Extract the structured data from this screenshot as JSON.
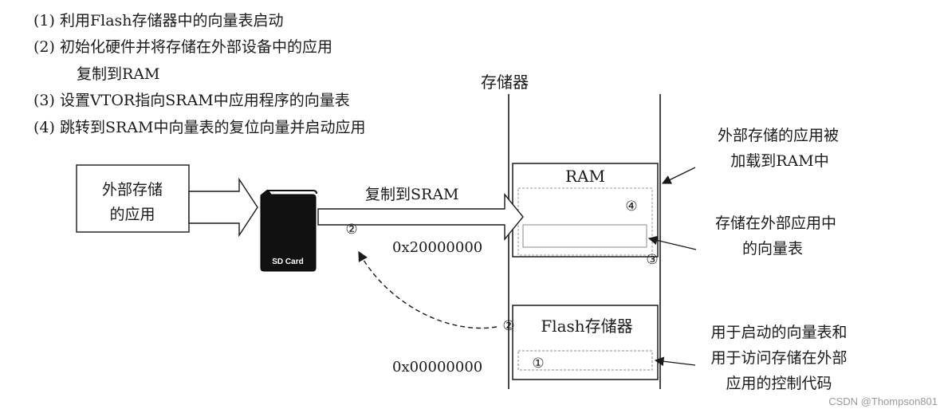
{
  "steps": [
    "(1) 利用Flash存储器中的向量表启动",
    "(2) 初始化硬件并将存储在外部设备中的应用",
    "复制到RAM",
    "(3) 设置VTOR指向SRAM中应用程序的向量表",
    "(4) 跳转到SRAM中向量表的复位向量并启动应用"
  ],
  "memory": {
    "title": "存储器",
    "ram_label": "RAM",
    "flash_label": "Flash存储器",
    "addr_ram": "0x20000000",
    "addr_flash": "0x00000000"
  },
  "external_app": {
    "line1": "外部存储",
    "line2": "的应用"
  },
  "sd_card": {
    "label": "SD Card"
  },
  "copy_label": "复制到SRAM",
  "markers": {
    "m1": "①",
    "m2": "②",
    "m3": "③",
    "m4": "④"
  },
  "annotations": {
    "ram_loaded": [
      "外部存储的应用被",
      "加载到RAM中"
    ],
    "ext_vector": [
      "存储在外部应用中",
      "的向量表"
    ],
    "flash_vector": [
      "用于启动的向量表和",
      "用于访问存储在外部",
      "应用的控制代码"
    ]
  },
  "watermark": "CSDN @Thompson801"
}
